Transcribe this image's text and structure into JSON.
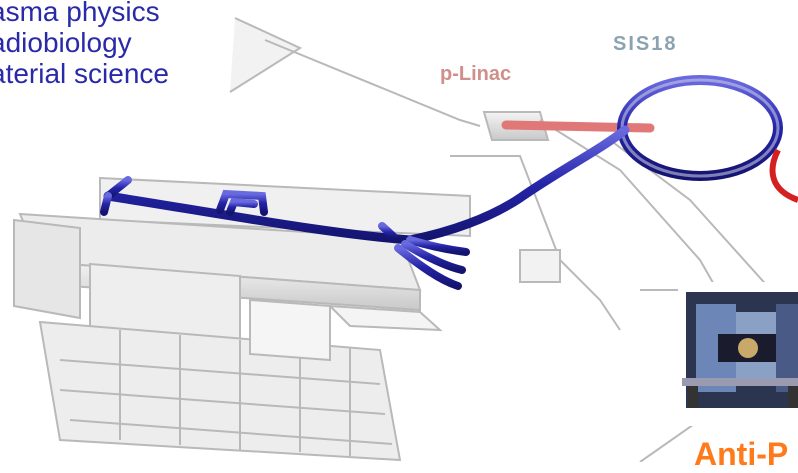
{
  "topics": [
    "asma physics",
    "adiobiology",
    "aterial science"
  ],
  "labels": {
    "sis18": "SIS18",
    "p_linac": "p-Linac",
    "anti_p": "Anti-P"
  },
  "colors": {
    "topic_text": "#2a2aa8",
    "sis18_label": "#8ba3b1",
    "p_linac_label": "#cf8f8a",
    "anti_p_label": "#ff7a1a",
    "beamline": "#2f2fb8",
    "p_linac_beam": "#e07878",
    "extraction_line": "#d42020"
  }
}
